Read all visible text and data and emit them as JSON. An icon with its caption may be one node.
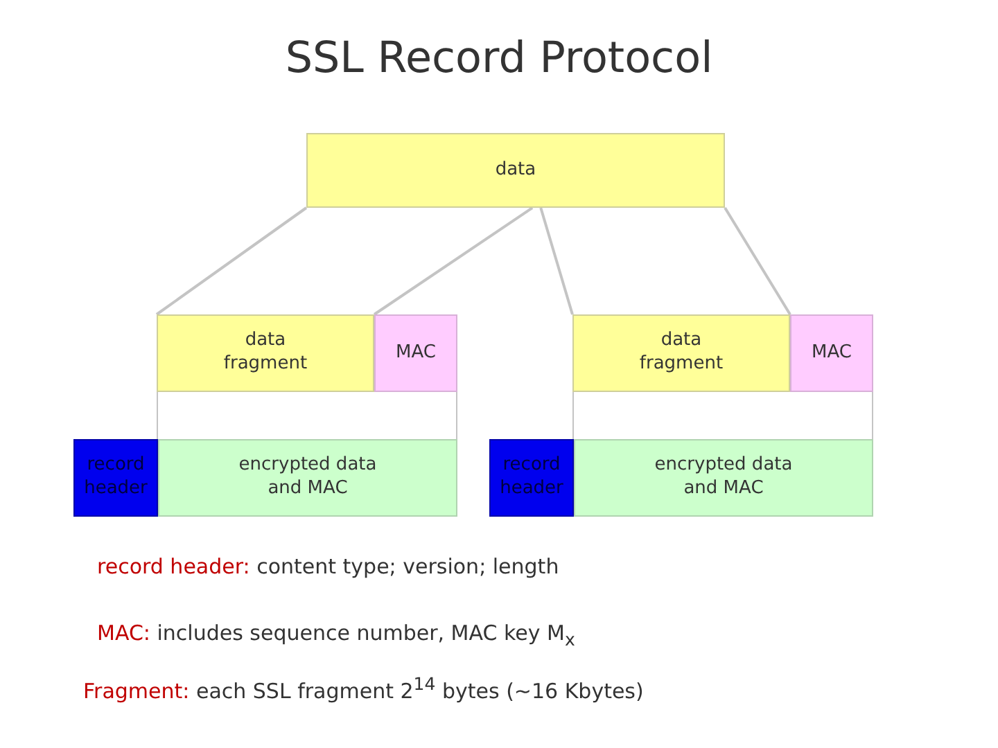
{
  "diagram": {
    "title": "SSL Record Protocol",
    "nodes": [
      {
        "text": [
          "data"
        ]
      },
      {
        "text": [
          "data fragment"
        ]
      },
      {
        "text": [
          "MAC"
        ]
      },
      {
        "text": [
          "data fragment"
        ]
      },
      {
        "text": [
          "MAC"
        ]
      },
      {
        "text": [
          "record header"
        ]
      },
      {
        "text": [
          "encrypted data and MAC"
        ]
      },
      {
        "text": [
          "record header"
        ]
      },
      {
        "text": [
          "encrypted data and MAC"
        ]
      }
    ],
    "edges": [
      {
        "from": 0,
        "to": 1,
        "arrow": "none"
      },
      {
        "from": 0,
        "to": 1,
        "arrow": "none"
      },
      {
        "from": 0,
        "to": 3,
        "arrow": "none"
      },
      {
        "from": 0,
        "to": 3,
        "arrow": "none"
      }
    ],
    "labels": [
      "record header:",
      "content type; version; length",
      "MAC:",
      "includes sequence number, MAC key M$_{x}$",
      "Fragment:",
      "each SSL fragment 2$^{14}$ bytes (~16 Kbytes)"
    ]
  }
}
